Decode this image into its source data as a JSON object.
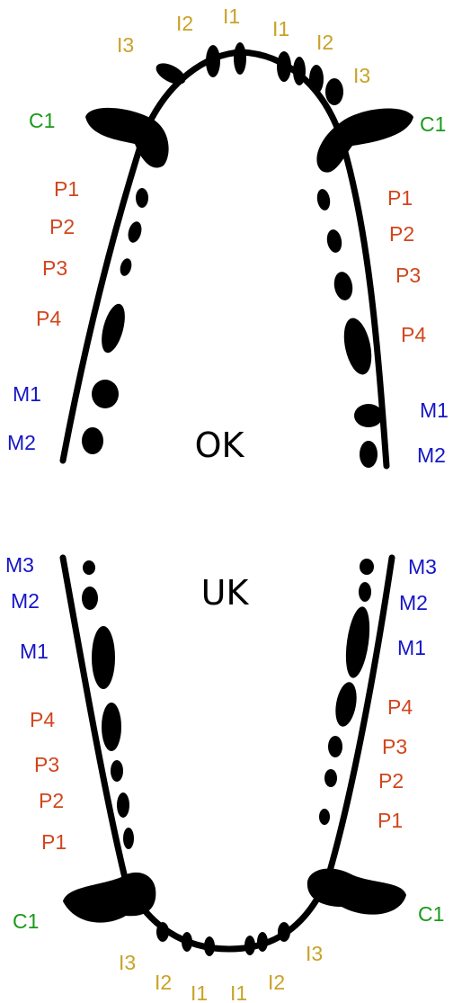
{
  "colors": {
    "incisor": "#c9a227",
    "canine": "#1a9a1a",
    "premolar": "#d1461d",
    "molar": "#1515c8",
    "outline": "#000000"
  },
  "upper": {
    "title": "OK",
    "labels": {
      "left_I3": "I3",
      "left_I2": "I2",
      "left_I1": "I1",
      "right_I1": "I1",
      "right_I2": "I2",
      "right_I3": "I3",
      "left_C1": "C1",
      "right_C1": "C1",
      "left_P1": "P1",
      "left_P2": "P2",
      "left_P3": "P3",
      "left_P4": "P4",
      "right_P1": "P1",
      "right_P2": "P2",
      "right_P3": "P3",
      "right_P4": "P4",
      "left_M1": "M1",
      "left_M2": "M2",
      "right_M1": "M1",
      "right_M2": "M2"
    }
  },
  "lower": {
    "title": "UK",
    "labels": {
      "left_M3": "M3",
      "left_M2": "M2",
      "left_M1": "M1",
      "left_P4": "P4",
      "left_P3": "P3",
      "left_P2": "P2",
      "left_P1": "P1",
      "right_M3": "M3",
      "right_M2": "M2",
      "right_M1": "M1",
      "right_P4": "P4",
      "right_P3": "P3",
      "right_P2": "P2",
      "right_P1": "P1",
      "left_C1": "C1",
      "right_C1": "C1",
      "left_I3": "I3",
      "left_I2": "I2",
      "left_I1": "I1",
      "right_I1": "I1",
      "right_I2": "I2",
      "right_I3": "I3"
    }
  }
}
